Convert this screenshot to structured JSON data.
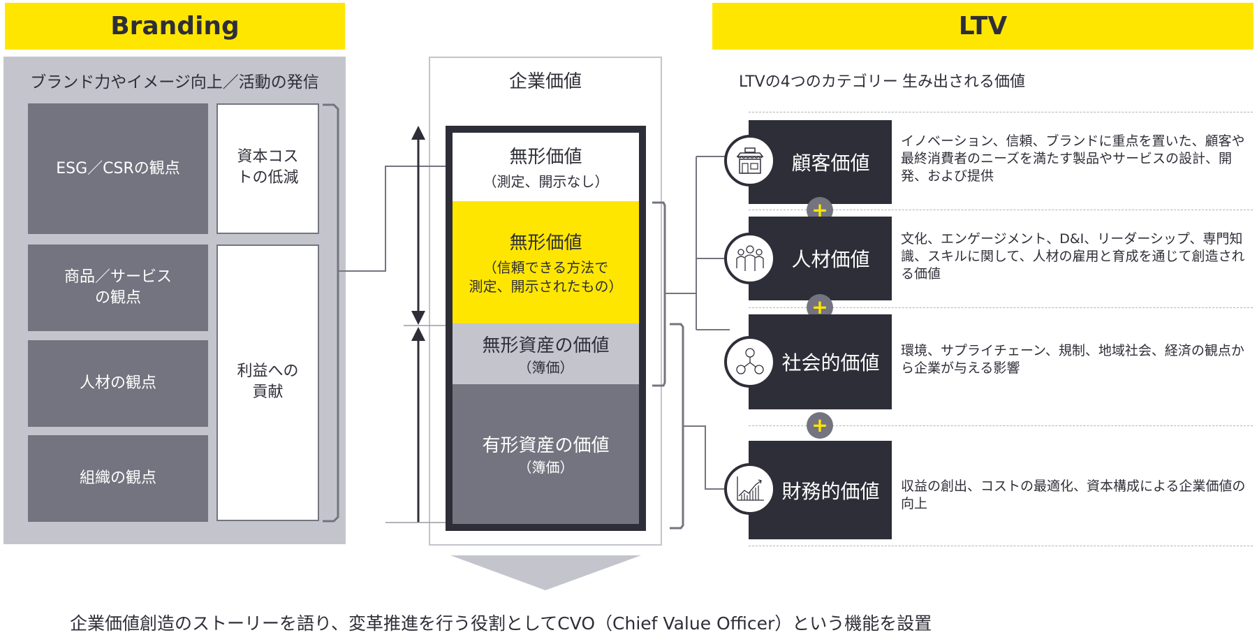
{
  "branding": {
    "title": "Branding",
    "subtitle": "ブランド力やイメージ向上／活動の発信",
    "perspectives": [
      {
        "label": "ESG／CSRの観点"
      },
      {
        "label": "商品／サービス\nの観点"
      },
      {
        "label": "人材の観点"
      },
      {
        "label": "組織の観点"
      }
    ],
    "outcomes": [
      {
        "label": "資本コス\nトの低減"
      },
      {
        "label": "利益への\n貢献"
      }
    ]
  },
  "corporate_value": {
    "title": "企業価値",
    "segments": [
      {
        "title": "無形価値",
        "sub": "（測定、開示なし）",
        "color": "#ffffff"
      },
      {
        "title": "無形価値",
        "sub": "（信頼できる方法で\n測定、開示されたもの）",
        "color": "#ffe600"
      },
      {
        "title": "無形資産の価値",
        "sub": "（簿価）",
        "color": "#c4c4cd"
      },
      {
        "title": "有形資産の価値",
        "sub": "（簿価）",
        "color": "#747480"
      }
    ]
  },
  "ltv": {
    "title": "LTV",
    "col_category": "LTVの4つのカテゴリー",
    "col_value": "生み出される価値",
    "categories": [
      {
        "icon": "shop-icon",
        "label": "顧客価値",
        "desc": "イノベーション、信頼、ブランドに重点を置いた、顧客や最終消費者のニーズを満たす製品やサービスの設計、開発、および提供"
      },
      {
        "icon": "people-icon",
        "label": "人材価値",
        "desc": "文化、エンゲージメント、D&I、リーダーシップ、専門知識、スキルに関して、人材の雇用と育成を通じて創造される価値"
      },
      {
        "icon": "network-icon",
        "label": "社会的価値",
        "desc": "環境、サプライチェーン、規制、地域社会、経済の観点から企業が与える影響"
      },
      {
        "icon": "growth-chart-icon",
        "label": "財務的価値",
        "desc": "収益の創出、コストの最適化、資本構成による企業価値の向上"
      }
    ],
    "plus_symbol": "+"
  },
  "conclusion": "企業価値創造のストーリーを語り、変革推進を行う役割としてCVO（Chief Value Officer）という機能を設置",
  "colors": {
    "accent": "#ffe600",
    "dark": "#2e2e38",
    "mid": "#747480",
    "light": "#c4c4cd"
  }
}
